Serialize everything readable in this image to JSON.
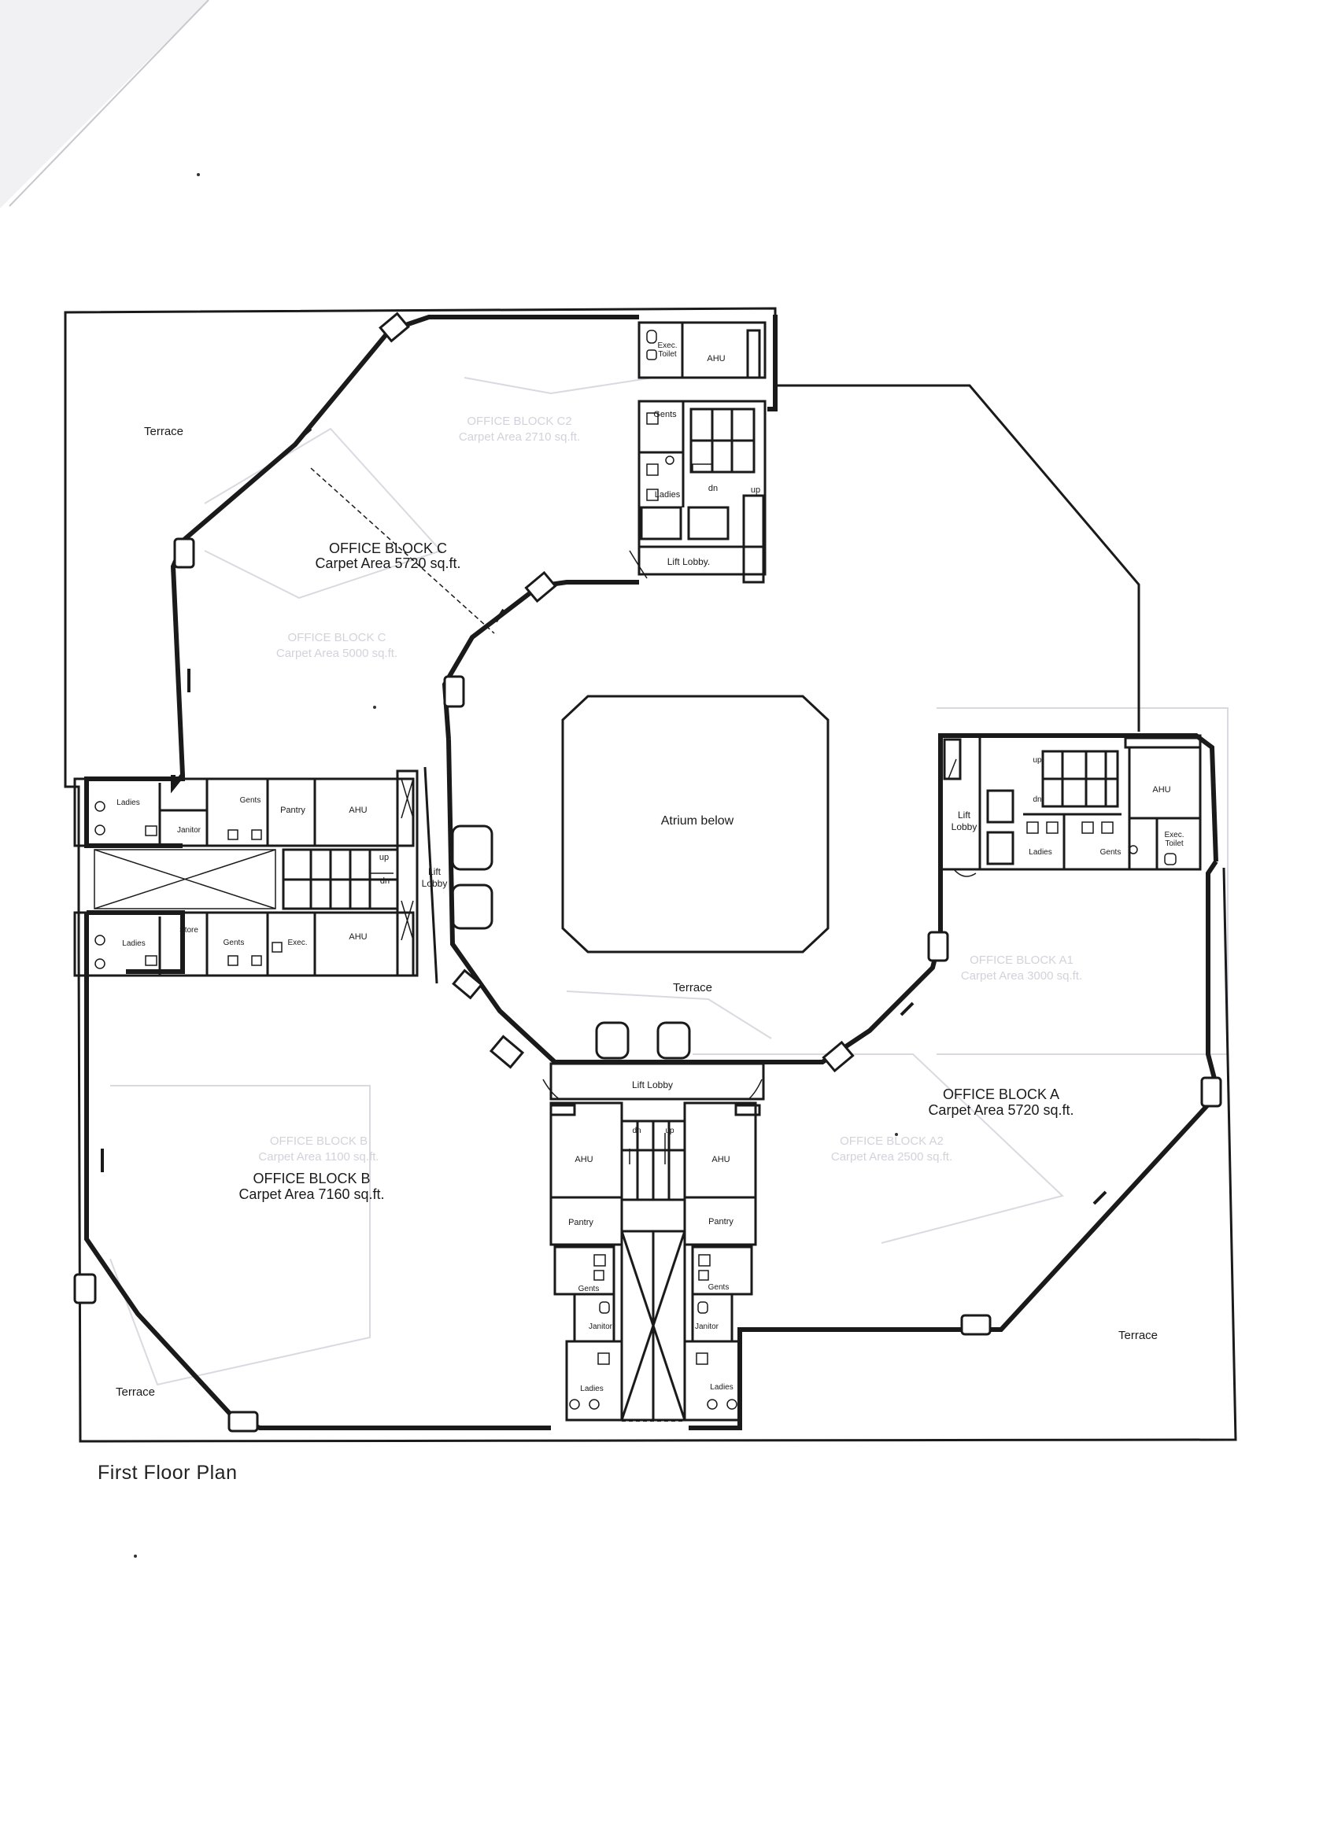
{
  "caption": "First Floor Plan",
  "blocks": {
    "c": {
      "name": "OFFICE BLOCK C",
      "area": "Carpet Area 5720 sq.ft."
    },
    "a": {
      "name": "OFFICE BLOCK A",
      "area": "Carpet Area 5720 sq.ft."
    },
    "b": {
      "name": "OFFICE BLOCK B",
      "area": "Carpet Area 7160 sq.ft."
    }
  },
  "atrium": "Atrium below",
  "terraces": {
    "nw": "Terrace",
    "center": "Terrace",
    "sw": "Terrace",
    "se": "Terrace"
  },
  "core_north": {
    "exec_toilet_1": "Exec.",
    "exec_toilet_2": "Toilet",
    "ahu": "AHU",
    "gents": "Gents",
    "ladies": "Ladies",
    "dn": "dn",
    "up": "up",
    "lift_lobby": "Lift Lobby."
  },
  "core_west": {
    "ladies_top": "Ladies",
    "gents_top": "Gents",
    "pantry": "Pantry",
    "ahu_top": "AHU",
    "janitor": "Janitor",
    "up": "up",
    "dn": "dn",
    "lift_lobby_1": "Lift",
    "lift_lobby_2": "Lobby",
    "ladies_bottom": "Ladies",
    "store": "Store",
    "gents_bottom": "Gents",
    "exec": "Exec.",
    "ahu_bottom": "AHU"
  },
  "core_east": {
    "up": "up",
    "dn": "dn",
    "ahu": "AHU",
    "lift_lobby_1": "Lift",
    "lift_lobby_2": "Lobby",
    "ladies": "Ladies",
    "gents": "Gents",
    "exec_1": "Exec.",
    "exec_2": "Toilet"
  },
  "core_south": {
    "lift_lobby": "Lift Lobby",
    "dn": "dn",
    "up": "up",
    "ahu_left": "AHU",
    "ahu_right": "AHU",
    "pantry_left": "Pantry",
    "pantry_right": "Pantry",
    "gents_left": "Gents",
    "gents_right": "Gents",
    "janitor_left": "Janitor",
    "janitor_right": "Janitor",
    "ladies_left": "Ladies",
    "ladies_right": "Ladies"
  },
  "colors": {
    "ink": "#1a1a1a",
    "ghost": "#d6d6dc",
    "paper": "#ffffff"
  }
}
